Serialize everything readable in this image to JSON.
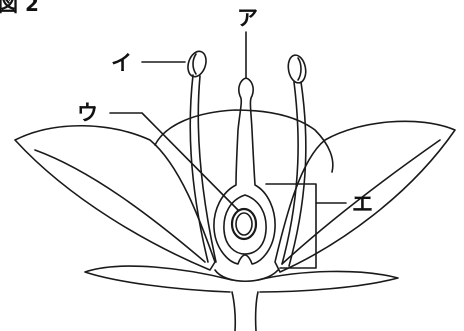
{
  "figure": {
    "title": "図 2"
  },
  "labels": {
    "a": "ア",
    "i": "イ",
    "u": "ウ",
    "e": "エ"
  },
  "colors": {
    "stroke": "#1a1a1a",
    "background": "#ffffff"
  }
}
